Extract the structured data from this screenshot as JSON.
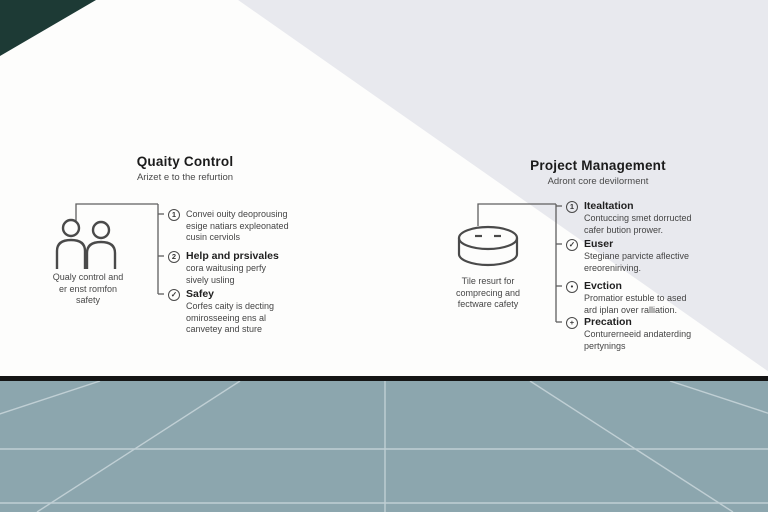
{
  "colors": {
    "background": "#fdfdfc",
    "diagonal_panel": "#e8e9ee",
    "corner_triangle": "#1d3a35",
    "floor": "#8ca6ae",
    "floor_line": "#151515",
    "grid_line": "#c6d4d9",
    "text": "#3b3b3b"
  },
  "left_panel": {
    "title": "Quaity Control",
    "subtitle": "Arizet e to the refurtion",
    "icon": "people-icon",
    "icon_label": "Qualy control and\ner enst romfon\nsafety",
    "items": [
      {
        "marker": "1",
        "title": "",
        "body": "Convei ouity deoprousing\nesige natiars expleonated\ncusin cerviols"
      },
      {
        "marker": "2",
        "title": "Help and prsivales",
        "body": "cora waitusing perfy\nsively usling"
      },
      {
        "marker": "✓",
        "title": "Safey",
        "body": "Corfes caity is decting\nomirosseeing ens al\ncanvetey and sture"
      }
    ]
  },
  "right_panel": {
    "title": "Project Management",
    "subtitle": "Adront core devilorment",
    "icon": "disk-icon",
    "icon_label": "Tile resurt for\ncomprecing and\nfectware cafety",
    "items": [
      {
        "marker": "1",
        "title": "Itealtation",
        "body": "Contuccing smet dorructed\ncafer bution prower."
      },
      {
        "marker": "✓",
        "title": "Euser",
        "body": "Stegiane parvicte aflective\nereoreniriving."
      },
      {
        "marker": "•",
        "title": "Evction",
        "body": "Promatior estuble to ased\nard iplan over ralliation."
      },
      {
        "marker": "+",
        "title": "Precation",
        "body": "Conturerneeid andaterding\npertynings"
      }
    ]
  }
}
